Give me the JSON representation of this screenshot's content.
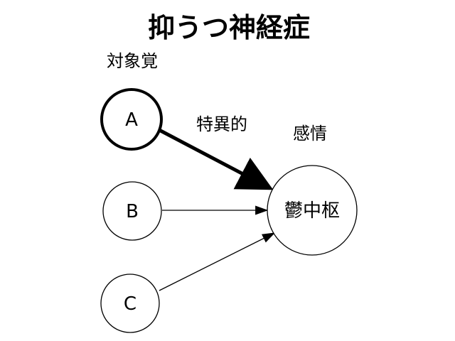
{
  "title": "抑うつ神経症",
  "labels": {
    "left_group": "対象覚",
    "edge_label": "特異的",
    "right_group": "感情"
  },
  "nodes": {
    "a": "A",
    "b": "B",
    "c": "C",
    "center": "鬱中枢"
  },
  "colors": {
    "stroke": "#000000",
    "background": "#ffffff"
  }
}
